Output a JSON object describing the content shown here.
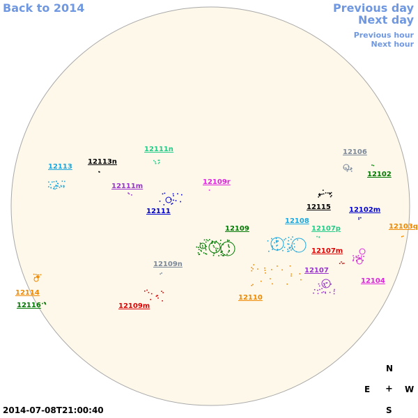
{
  "nav": {
    "back": "Back to 2014",
    "prev_day": "Previous day",
    "next_day": "Next day",
    "prev_hour": "Previous hour",
    "next_hour": "Next hour"
  },
  "colors": {
    "nav": "#6f98e0",
    "disk_fill": "#fdf8ea",
    "disk_stroke": "#a8a8a8"
  },
  "regions": [
    {
      "id": "12113n",
      "label": "12113n",
      "color": "#000000"
    },
    {
      "id": "12111n",
      "label": "12111n",
      "color": "#22cc88"
    },
    {
      "id": "12113",
      "label": "12113",
      "color": "#1aa7dd"
    },
    {
      "id": "12111m",
      "label": "12111m",
      "color": "#9933cc"
    },
    {
      "id": "12109r",
      "label": "12109r",
      "color": "#dd22dd"
    },
    {
      "id": "12111",
      "label": "12111",
      "color": "#0000cc"
    },
    {
      "id": "12106",
      "label": "12106",
      "color": "#7a8899"
    },
    {
      "id": "12102",
      "label": "12102",
      "color": "#007700"
    },
    {
      "id": "12115",
      "label": "12115",
      "color": "#000000"
    },
    {
      "id": "12102m",
      "label": "12102m",
      "color": "#0000cc"
    },
    {
      "id": "12103q",
      "label": "12103q",
      "color": "#ee8800"
    },
    {
      "id": "12109",
      "label": "12109",
      "color": "#007700"
    },
    {
      "id": "12108",
      "label": "12108",
      "color": "#1aa7dd"
    },
    {
      "id": "12107p",
      "label": "12107p",
      "color": "#22cc88"
    },
    {
      "id": "12107m",
      "label": "12107m",
      "color": "#dd0000"
    },
    {
      "id": "12109n",
      "label": "12109n",
      "color": "#7a8899"
    },
    {
      "id": "12107",
      "label": "12107",
      "color": "#9933cc"
    },
    {
      "id": "12104",
      "label": "12104",
      "color": "#dd22dd"
    },
    {
      "id": "12114",
      "label": "12114",
      "color": "#ee8800"
    },
    {
      "id": "12116",
      "label": "12116",
      "color": "#007700"
    },
    {
      "id": "12110",
      "label": "12110",
      "color": "#ee8800"
    },
    {
      "id": "12109m",
      "label": "12109m",
      "color": "#dd0000"
    }
  ],
  "compass": {
    "n": "N",
    "e": "E",
    "center": "+",
    "w": "W",
    "s": "S"
  },
  "timestamp": "2014-07-08T21:00:40"
}
